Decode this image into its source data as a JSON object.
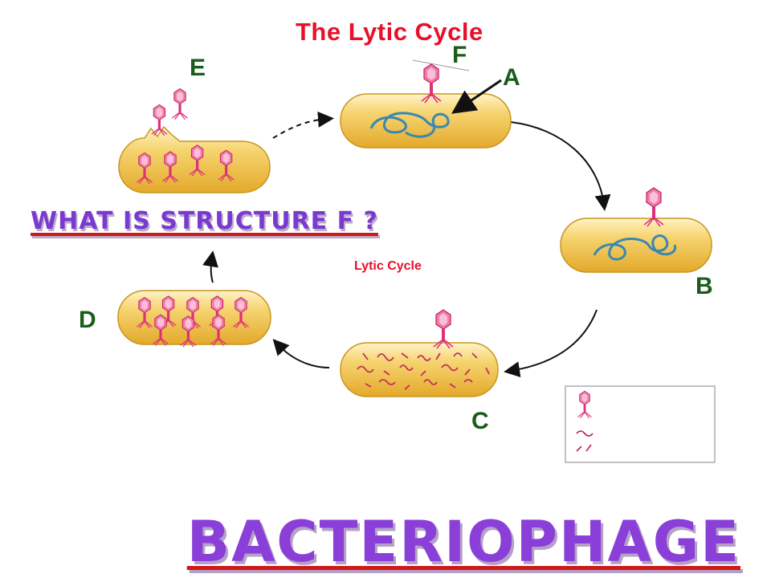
{
  "title": "The Lytic  Cycle",
  "labels": {
    "a": "A",
    "b": "B",
    "c": "C",
    "d": "D",
    "e": "E",
    "f": "F"
  },
  "center_caption": "Lytic Cycle",
  "question": "WHAT IS STRUCTURE   F ?",
  "banner": "BACTERIOPHAGE",
  "colors": {
    "title_red": "#e8102a",
    "label_green": "#1a5c1a",
    "heading_purple": "#8a3fd8",
    "underline_red": "#d01818",
    "cell_fill": "#f2c64e",
    "dna_blue": "#3a88b0",
    "phage_pink": "#e0307a"
  }
}
